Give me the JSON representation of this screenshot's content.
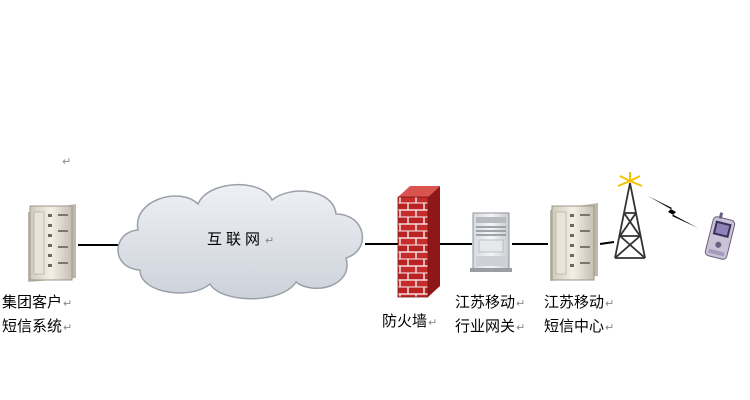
{
  "diagram": {
    "nodes": {
      "client": {
        "line1": "集团客户",
        "line2": "短信系统"
      },
      "internet": {
        "label": "互联网"
      },
      "firewall": {
        "label": "防火墙"
      },
      "gateway": {
        "line1": "江苏移动",
        "line2": "行业网关"
      },
      "sms_center": {
        "line1": "江苏移动",
        "line2": "短信中心"
      }
    },
    "paragraph_mark": "↵",
    "colors": {
      "cloud_fill": "#dfe3ea",
      "cloud_stroke": "#9aa0aa",
      "brick": "#c62c2c",
      "mortar": "#f1d3d3",
      "tower": "#333333",
      "tower_glow": "#f2c200",
      "line": "#000000"
    }
  }
}
